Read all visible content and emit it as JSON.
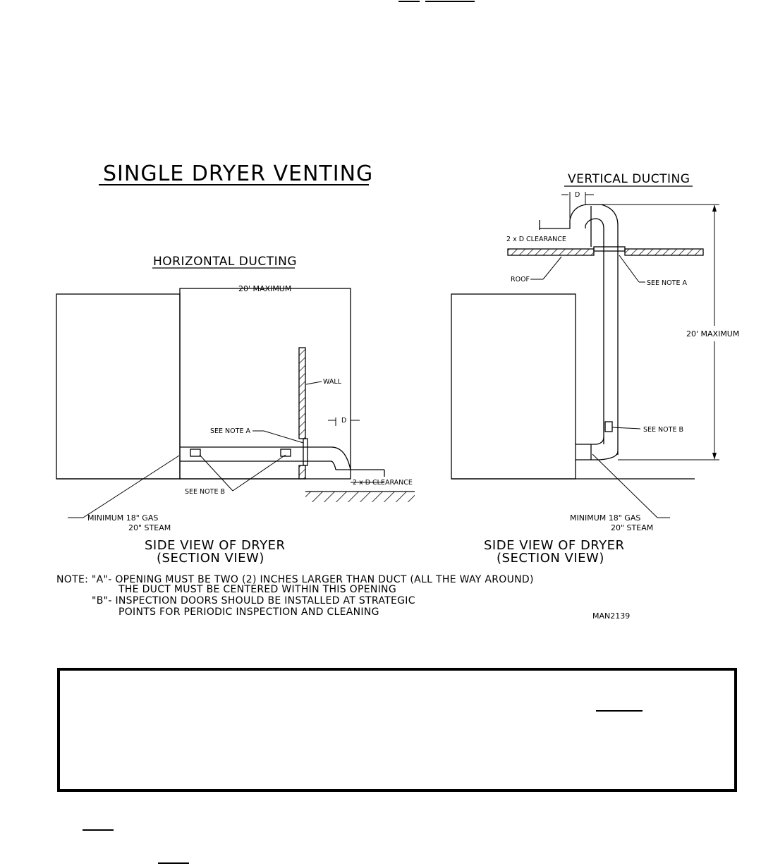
{
  "diagram": {
    "main_title": "SINGLE DRYER VENTING",
    "horizontal": {
      "heading": "HORIZONTAL DUCTING",
      "max_length": "20' MAXIMUM",
      "wall_label": "WALL",
      "see_note_a": "SEE NOTE A",
      "see_note_b": "SEE NOTE B",
      "d_label": "D",
      "clearance": "2 x D CLEARANCE",
      "minimum_line1": "MINIMUM 18\" GAS",
      "minimum_line2": "20\" STEAM",
      "view_line1": "SIDE VIEW OF DRYER",
      "view_line2": "(SECTION VIEW)"
    },
    "vertical": {
      "heading": "VERTICAL DUCTING",
      "d_label": "D",
      "clearance": "2 x D CLEARANCE",
      "roof_label": "ROOF",
      "see_note_a": "SEE NOTE A",
      "max_length": "20' MAXIMUM",
      "see_note_b": "SEE NOTE B",
      "minimum_line1": "MINIMUM 18\" GAS",
      "minimum_line2": "20\" STEAM",
      "view_line1": "SIDE VIEW OF DRYER",
      "view_line2": "(SECTION VIEW)"
    },
    "notes": {
      "a_line1": "NOTE: \"A\"- OPENING MUST BE TWO (2) INCHES LARGER THAN DUCT (ALL THE WAY AROUND)",
      "a_line2": "THE DUCT MUST BE CENTERED WITHIN THIS OPENING",
      "b_line1": "\"B\"- INSPECTION DOORS SHOULD BE INSTALLED AT STRATEGIC",
      "b_line2": "POINTS FOR PERIODIC INSPECTION AND CLEANING"
    },
    "drawing_id": "MAN2139"
  }
}
